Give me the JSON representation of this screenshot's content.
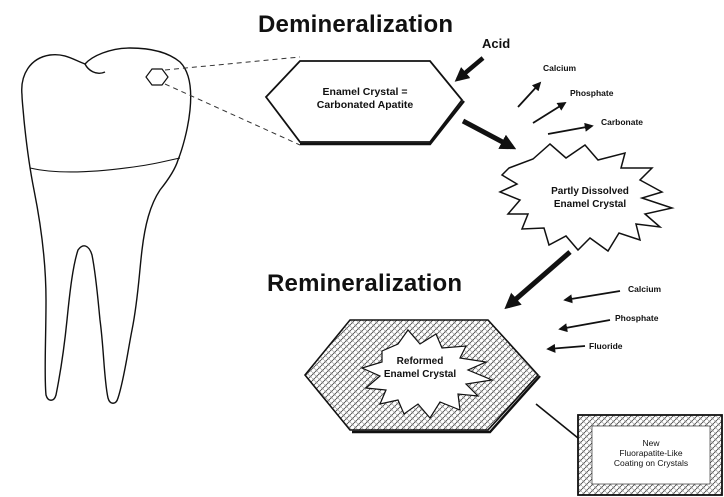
{
  "titles": {
    "demineralization": "Demineralization",
    "remineralization": "Remineralization"
  },
  "demin": {
    "crystal_line1": "Enamel Crystal =",
    "crystal_line2": "Carbonated Apatite",
    "acid": "Acid",
    "products": [
      "Calcium",
      "Phosphate",
      "Carbonate"
    ],
    "partly_line1": "Partly Dissolved",
    "partly_line2": "Enamel Crystal"
  },
  "remin": {
    "inputs": [
      "Calcium",
      "Phosphate",
      "Fluoride"
    ],
    "reformed_line1": "Reformed",
    "reformed_line2": "Enamel Crystal",
    "coating_line1": "New",
    "coating_line2": "Fluorapatite-Like",
    "coating_line3": "Coating on Crystals"
  },
  "colors": {
    "ink": "#111111",
    "background": "#ffffff",
    "hatch": "#666666"
  }
}
